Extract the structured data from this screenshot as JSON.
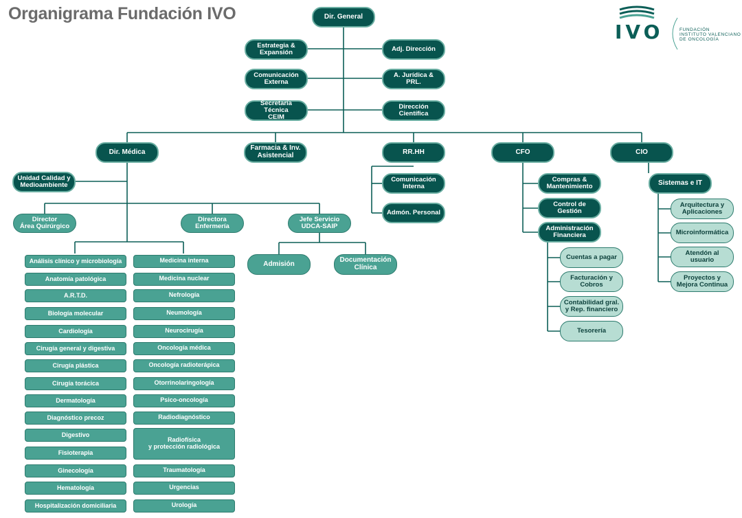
{
  "title": "Organigrama Fundación IVO",
  "logo": {
    "brand": "IVO",
    "foundation_text": "FUNDACIÓN\nINSTITUTO VALENCIANO\nDE ONCOLOGÍA"
  },
  "colors": {
    "dark": "#08544e",
    "mid": "#4aa293",
    "light": "#b7ddd3",
    "line": "#0b5e57",
    "title": "#6b6b6b"
  },
  "chart": {
    "director": {
      "label": "Dir. General"
    },
    "direction_staff_left": [
      {
        "label": "Estrategia &\nExpansión"
      },
      {
        "label": "Comunicación\nExterna"
      },
      {
        "label": "Secretaría Técnica\nCEIM"
      }
    ],
    "direction_staff_right": [
      {
        "label": "Adj. Dirección"
      },
      {
        "label": "A. Jurídica & PRL."
      },
      {
        "label": "Dirección Científica"
      }
    ],
    "departments": [
      {
        "label": "Dir. Médica"
      },
      {
        "label": "Farmacia & Inv.\nAsistencial"
      },
      {
        "label": "RR.HH"
      },
      {
        "label": "CFO"
      },
      {
        "label": "CIO"
      }
    ],
    "medical": {
      "quality_unit": {
        "label": "Unidad Calidad y\nMedioambiente"
      },
      "sub_directors": [
        {
          "label": "Director\nÁrea Quirúrgico"
        },
        {
          "label": "Directora\nEnfermería"
        },
        {
          "label": "Jefe Servicio\nUDCA-SAIP"
        }
      ],
      "udca_units": [
        {
          "label": "Admisión"
        },
        {
          "label": "Documentación\nClínica"
        }
      ],
      "services_left": [
        {
          "label": "Análisis clínico y microbiología"
        },
        {
          "label": "Anatomía patológica"
        },
        {
          "label": "A.R.T.D."
        },
        {
          "label": "Biología molecular"
        },
        {
          "label": "Cardiología"
        },
        {
          "label": "Cirugía general y digestiva"
        },
        {
          "label": "Cirugía plástica"
        },
        {
          "label": "Cirugía torácica"
        },
        {
          "label": "Dermatología"
        },
        {
          "label": "Diagnóstico precoz"
        },
        {
          "label": "Digestivo"
        },
        {
          "label": "Fisioterapia"
        },
        {
          "label": "Ginecología"
        },
        {
          "label": "Hematología"
        },
        {
          "label": "Hospitalización domiciliaria"
        }
      ],
      "services_right": [
        {
          "label": "Medicina interna"
        },
        {
          "label": "Medicina nuclear"
        },
        {
          "label": "Nefrología"
        },
        {
          "label": "Neumología"
        },
        {
          "label": "Neurocirugía"
        },
        {
          "label": "Oncología médica"
        },
        {
          "label": "Oncología radioterápica"
        },
        {
          "label": "Otorrinolaringología"
        },
        {
          "label": "Psico-oncología"
        },
        {
          "label": "Radiodiagnóstico"
        },
        {
          "label": "Radiofísica\ny protección radiológica"
        },
        {
          "label": "Traumatología"
        },
        {
          "label": "Urgencias"
        },
        {
          "label": "Urología"
        }
      ]
    },
    "rrhh": [
      {
        "label": "Comunicación\nInterna"
      },
      {
        "label": "Admón. Personal"
      }
    ],
    "cfo": [
      {
        "label": "Compras &\nMantenimiento"
      },
      {
        "label": "Control de\nGestión"
      },
      {
        "label": "Administración\nFinanciera"
      }
    ],
    "finance": [
      {
        "label": "Cuentas a pagar"
      },
      {
        "label": "Facturación y\nCobros"
      },
      {
        "label": "Contabilidad gral.\ny Rep. financiero"
      },
      {
        "label": "Tesorería"
      }
    ],
    "cio": {
      "label": "Sistemas e IT"
    },
    "it": [
      {
        "label": "Arquitectura y\nAplicaciones"
      },
      {
        "label": "Microinformática"
      },
      {
        "label": "Atendón al\nusuario"
      },
      {
        "label": "Proyectos y\nMejora Continua"
      }
    ]
  }
}
